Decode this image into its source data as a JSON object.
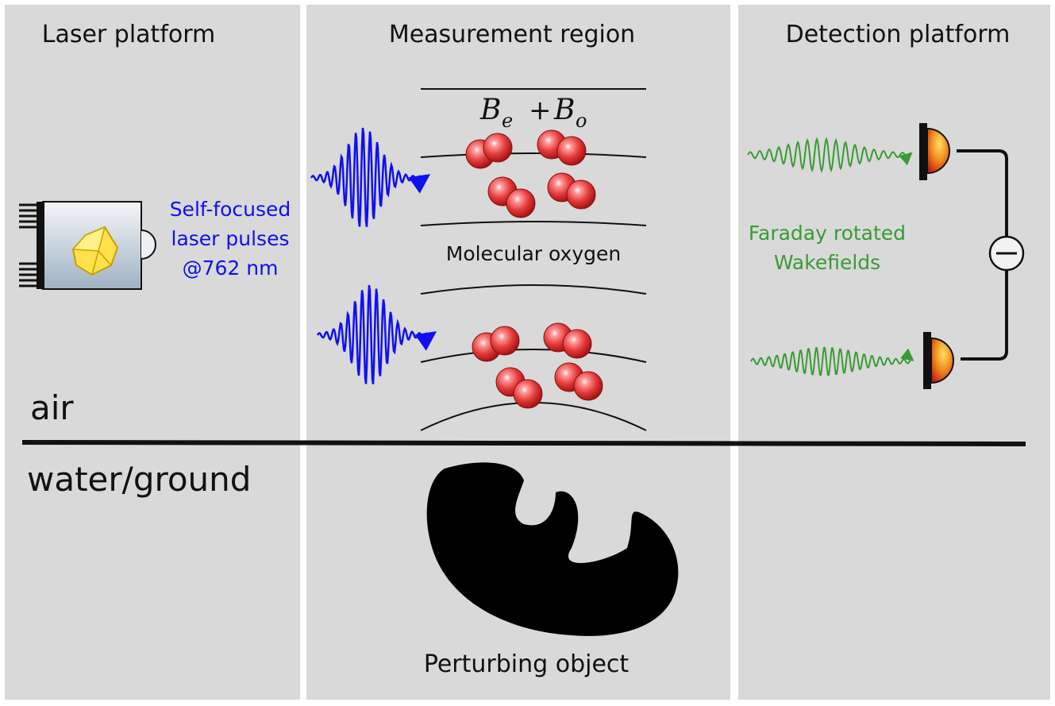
{
  "panels": {
    "laser": {
      "title": "Laser platform"
    },
    "measurement": {
      "title": "Measurement region"
    },
    "detection": {
      "title": "Detection platform"
    }
  },
  "laser_label": {
    "line1": "Self-focused",
    "line2": "laser pulses",
    "line3": "@762 nm"
  },
  "field_label": {
    "b_e": "B",
    "e_sub": "e",
    "plus": "+",
    "b_o": "B",
    "o_sub": "o"
  },
  "molecule_label": "Molecular oxygen",
  "detection_label": {
    "line1": "Faraday rotated",
    "line2": "Wakefields"
  },
  "medium": {
    "air": "air",
    "water": "water/ground"
  },
  "object_label": "Perturbing object",
  "colors": {
    "laser_blue": "#1010ee",
    "wake_green": "#3a9a35",
    "panel_bg": "#d9d9d9",
    "molecule_red": "#e43a3a"
  },
  "icons": {
    "laser": "laser-crystal-icon",
    "detector": "photodiode-icon",
    "minus": "minus-circle-icon"
  }
}
